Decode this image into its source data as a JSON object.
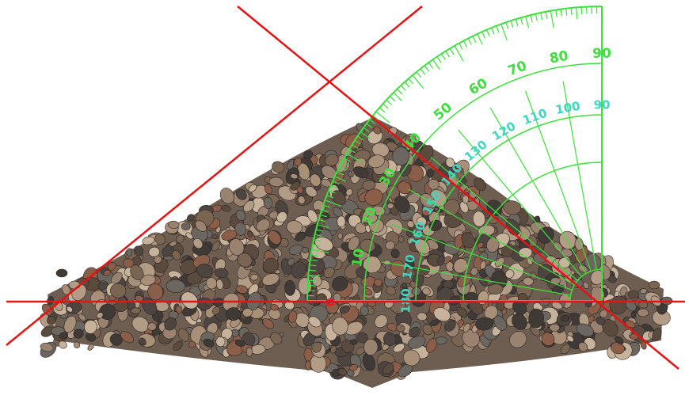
{
  "image": {
    "subject": "gravel pile with protractor overlay",
    "colors": {
      "background": "#ffffff",
      "reference_line": "#e41414",
      "protractor_outer": "#3ee03e",
      "protractor_inner": "#3fd6c2",
      "gravel_tones": [
        "#5b4a3e",
        "#7a6452",
        "#9a8270",
        "#3f3a36",
        "#b39c86",
        "#6c6660",
        "#8a5e48",
        "#c7b39c",
        "#4e4440",
        "#a88f78"
      ]
    }
  },
  "protractor": {
    "outer_scale": [
      "0",
      "10",
      "20",
      "30",
      "40",
      "50",
      "60",
      "70",
      "80",
      "90"
    ],
    "inner_scale": [
      "180",
      "170",
      "160",
      "150",
      "140",
      "130",
      "120",
      "110",
      "100",
      "90"
    ],
    "zero_label": "0"
  }
}
